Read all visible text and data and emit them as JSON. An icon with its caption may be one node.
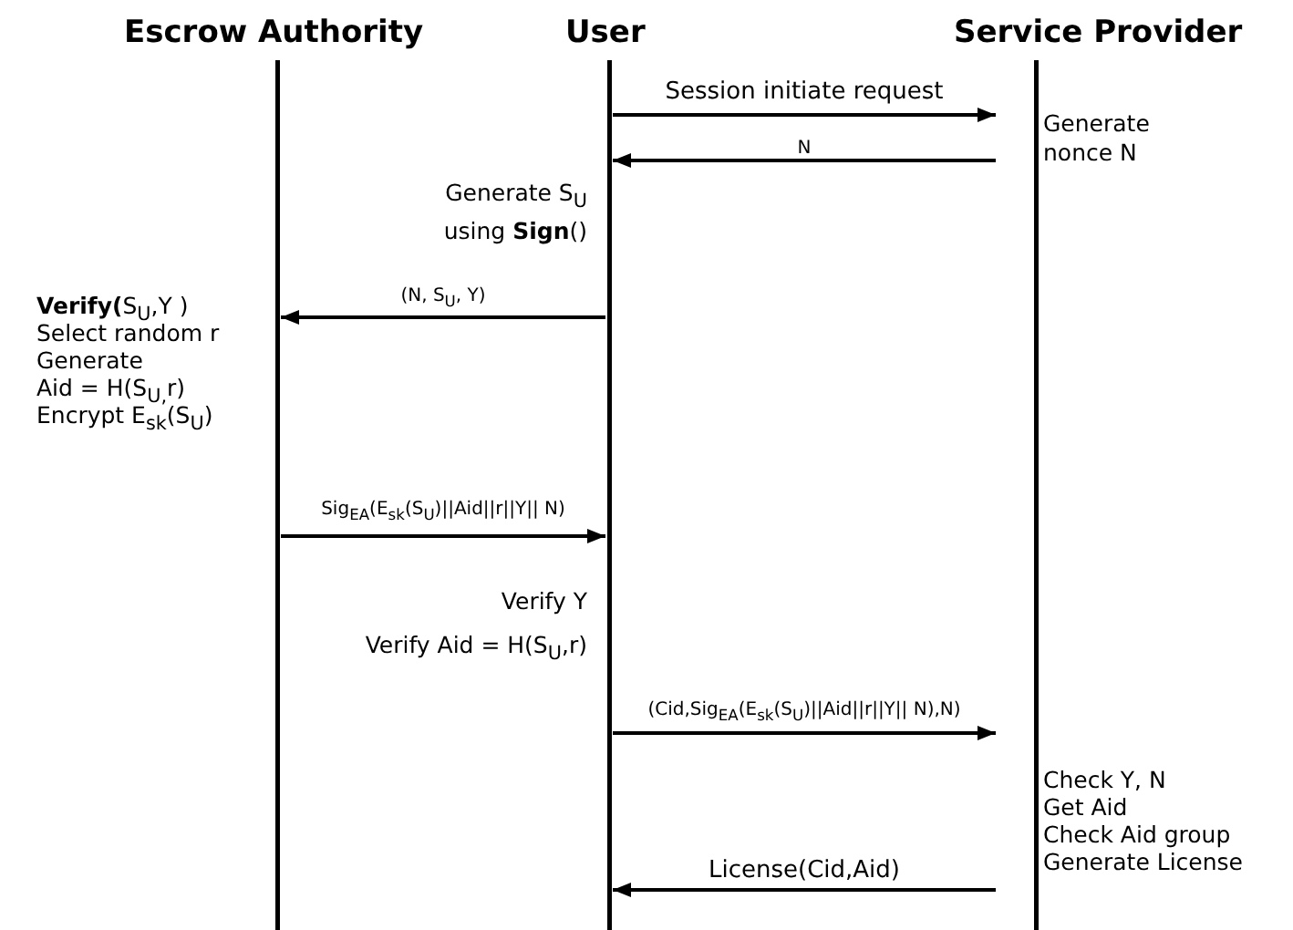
{
  "diagram": {
    "nodes": [
      {
        "text": [
          "Escrow Authority"
        ]
      },
      {
        "text": [
          "User"
        ]
      },
      {
        "text": [
          "Service Provider"
        ]
      }
    ],
    "edges": [
      {
        "from": 1,
        "to": 2,
        "arrow": "to",
        "label": "Session initiate request"
      },
      {
        "from": 2,
        "to": 1,
        "arrow": "to",
        "label": "N"
      },
      {
        "from": 1,
        "to": 0,
        "arrow": "to",
        "label": "(N, S$_{U}$, Y)"
      },
      {
        "from": 0,
        "to": 1,
        "arrow": "to",
        "label": "Sig$_{EA}$(E$_{sk}$(S$_{U}$)||Aid||r||Y|| N)"
      },
      {
        "from": 1,
        "to": 2,
        "arrow": "to",
        "label": "(Cid,Sig$_{EA}$(E$_{sk}$(S$_{U}$)||Aid||r||Y|| N),N)"
      },
      {
        "from": 2,
        "to": 1,
        "arrow": "to",
        "label": "License(Cid,Aid)"
      }
    ],
    "labels": [
      "Generate nonce N",
      "Generate S$_{U}$ using **Sign**()",
      "**Verify(**S$_{U}$,Y )",
      "Select random r",
      "Generate",
      "Aid = H(S$_{U,}$r)",
      "Encrypt E$_{sk}$(S$_{U}$)",
      "Verify Y",
      "Verify Aid = H(S$_{U}$,r)",
      "Check Y, N",
      "Get Aid",
      "Check Aid group",
      "Generate License"
    ]
  }
}
